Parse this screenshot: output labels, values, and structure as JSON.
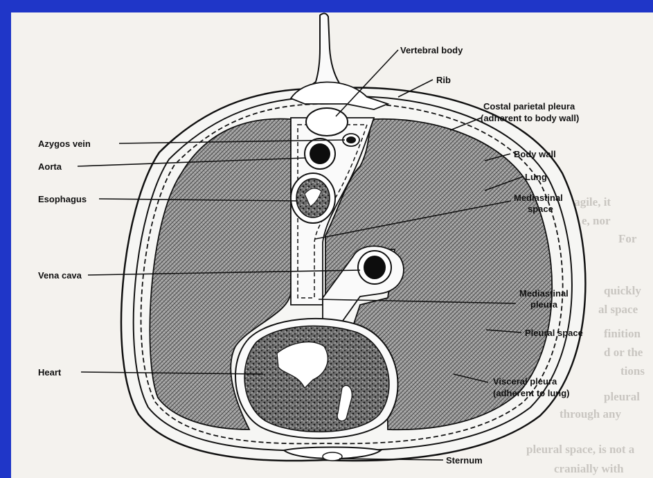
{
  "diagram": {
    "labels": {
      "vertebral_body": "Vertebral body",
      "rib": "Rib",
      "costal_pleura_1": "Costal parietal pleura",
      "costal_pleura_2": "(adherent to body wall)",
      "azygos_vein": "Azygos vein",
      "aorta": "Aorta",
      "body_wall": "Body wall",
      "lung": "Lung",
      "esophagus": "Esophagus",
      "mediastinal_space_1": "Mediastinal",
      "mediastinal_space_2": "space",
      "vena_cava": "Vena cava",
      "mediastinal_pleura_1": "Mediastinal",
      "mediastinal_pleura_2": "pleura",
      "pleural_space": "Pleural space",
      "heart": "Heart",
      "visceral_pleura_1": "Visceral pleura",
      "visceral_pleura_2": "(adherent to lung)",
      "sternum": "Sternum"
    },
    "background_text": {
      "line1": "fragile, it",
      "line2": "e, nor",
      "line3": "For",
      "line4": "quickly",
      "line5": "al space",
      "line6": "finition",
      "line7": "d or the",
      "line8": "tions",
      "line9": "pleural",
      "line10": "through any",
      "line11": "pleural space, is not a",
      "line12": "cranially with"
    },
    "colors": {
      "frame": "#1f36c8",
      "paper": "#f4f2ee",
      "ink": "#111111",
      "lung_fill": "#8f8f8f"
    }
  }
}
